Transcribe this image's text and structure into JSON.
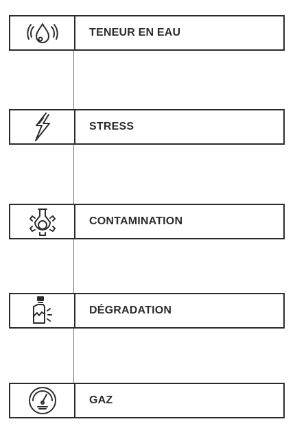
{
  "items": [
    {
      "icon": "water-drop-icon",
      "label": "TENEUR EN EAU"
    },
    {
      "icon": "lightning-icon",
      "label": "STRESS"
    },
    {
      "icon": "flask-gear-icon",
      "label": "CONTAMINATION"
    },
    {
      "icon": "broken-bottle-icon",
      "label": "DÉGRADATION"
    },
    {
      "icon": "gauge-icon",
      "label": "GAZ"
    }
  ],
  "colors": {
    "line": "#2b2b2b",
    "rail": "#7a7a7a",
    "background": "#ffffff"
  }
}
